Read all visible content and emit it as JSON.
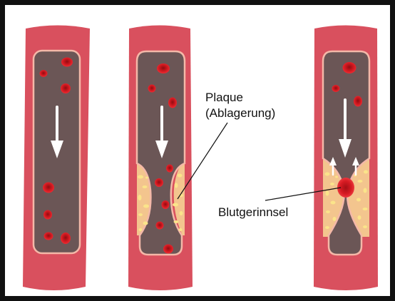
{
  "labels": {
    "plaque_line1": "Plaque",
    "plaque_line2": "(Ablagerung)",
    "clot": "Blutgerinnsel"
  },
  "colors": {
    "vessel_wall": "#d9505e",
    "vessel_wall_dark": "#c63f4d",
    "lumen": "#6b5656",
    "lumen_rim": "#f4b8a8",
    "plaque": "#f6d98a",
    "plaque_bg": "#f3c58e",
    "blood_cell": "#e11d24",
    "blood_cell_core": "#9f1016",
    "arrow": "#ffffff",
    "frame": "#111111"
  },
  "icons": {
    "flow_arrow": "down-arrow-icon",
    "backflow_arrow": "up-arrow-icon"
  }
}
